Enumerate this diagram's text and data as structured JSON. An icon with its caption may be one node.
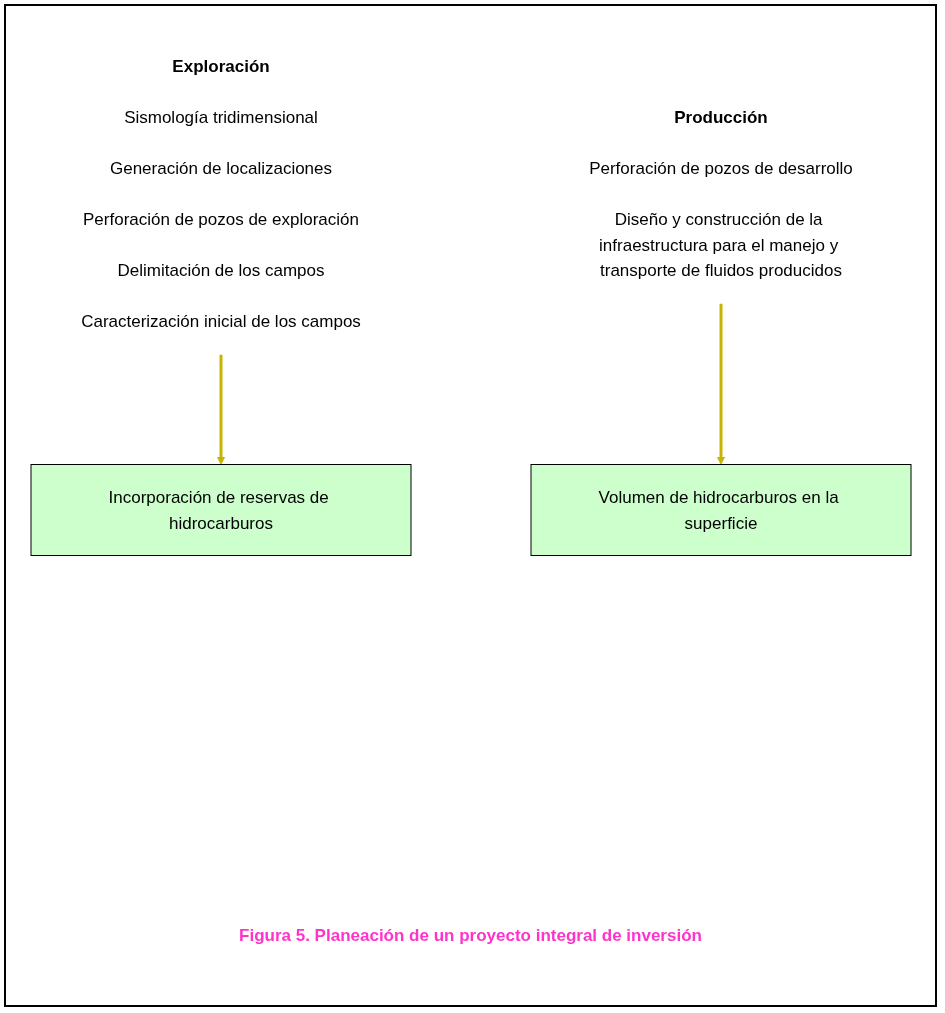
{
  "diagram": {
    "caption": "Figura 5.  Planeación de un proyecto integral de inversión",
    "nodes": [
      {
        "text": [
          "Exploración",
          "Sismología  tridimensional",
          "Generación de localizaciones",
          "Perforación de pozos de exploración",
          "Delimitación de los campos",
          "Caracterización inicial de los campos"
        ]
      },
      {
        "text": [
          "Producción",
          "Perforación de pozos de desarrollo",
          "Diseño y construcción de la infraestructura para el manejo y transporte de fluidos producidos"
        ]
      },
      {
        "text": [
          "Incorporación de reservas de hidrocarburos"
        ]
      },
      {
        "text": [
          "Volumen de hidrocarburos en la superficie"
        ]
      }
    ],
    "edges": [
      {
        "from": 0,
        "to": 2,
        "arrow": "to"
      },
      {
        "from": 1,
        "to": 3,
        "arrow": "to"
      }
    ]
  }
}
